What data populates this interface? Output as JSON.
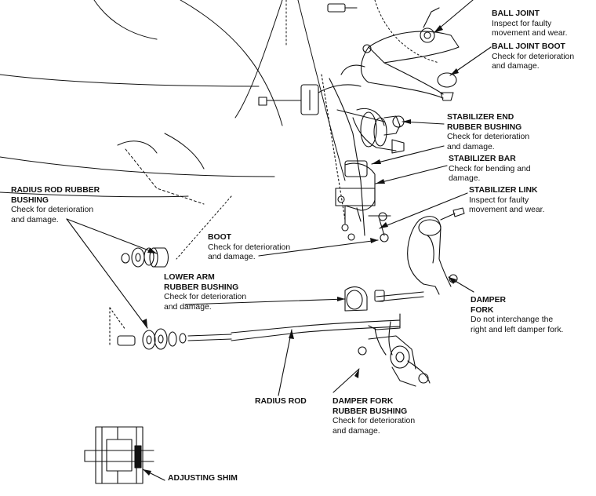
{
  "callouts": {
    "ball_joint": {
      "title": "BALL JOINT",
      "desc": "Inspect for faulty\nmovement and wear."
    },
    "ball_joint_boot": {
      "title": "BALL JOINT BOOT",
      "desc": "Check for deterioration\nand damage."
    },
    "stabilizer_end_bushing": {
      "title": "STABILIZER END\nRUBBER BUSHING",
      "desc": "Check for deterioration\nand damage."
    },
    "stabilizer_bar": {
      "title": "STABILIZER BAR",
      "desc": "Check for bending and\ndamage."
    },
    "stabilizer_link": {
      "title": "STABILIZER LINK",
      "desc": "Inspect for faulty\nmovement and wear."
    },
    "radius_rod_bushing": {
      "title": "RADIUS ROD RUBBER\nBUSHING",
      "desc": "Check for deterioration\nand damage."
    },
    "boot": {
      "title": "BOOT",
      "desc": "Check for deterioration\nand damage."
    },
    "lower_arm_bushing": {
      "title": "LOWER ARM\nRUBBER BUSHING",
      "desc": "Check for deterioration\nand damage."
    },
    "damper_fork": {
      "title": "DAMPER\nFORK",
      "desc": "Do not interchange the\nright and left damper fork."
    },
    "radius_rod": {
      "title": "RADIUS ROD"
    },
    "damper_fork_bushing": {
      "title": "DAMPER FORK\nRUBBER BUSHING",
      "desc": "Check for deterioration\nand damage."
    },
    "adjusting_shim": {
      "title": "ADJUSTING SHIM"
    }
  }
}
